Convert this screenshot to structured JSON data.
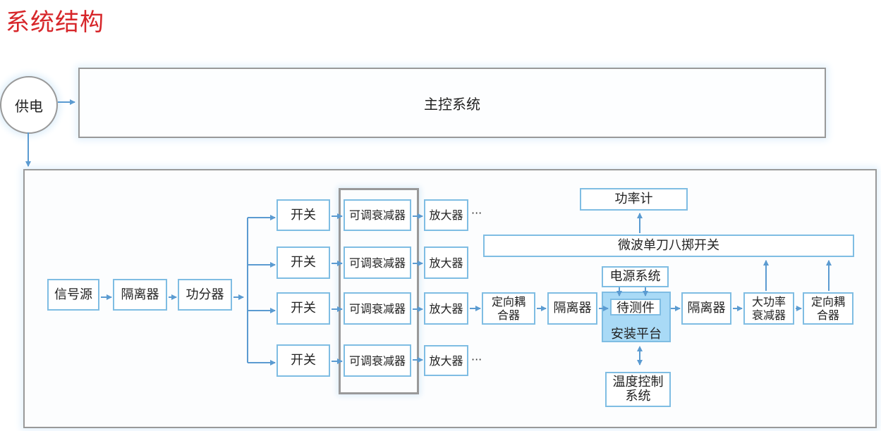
{
  "title": "系统结构",
  "power": {
    "label": "供电"
  },
  "main_control": {
    "label": "主控系统"
  },
  "chain": {
    "signal_source": "信号源",
    "isolator1": "隔离器",
    "power_divider": "功分器"
  },
  "branches": [
    {
      "switch": "开关",
      "attenuator": "可调衰减器",
      "amplifier": "放大器",
      "ellipsis": "···"
    },
    {
      "switch": "开关",
      "attenuator": "可调衰减器",
      "amplifier": "放大器",
      "ellipsis": ""
    },
    {
      "switch": "开关",
      "attenuator": "可调衰减器",
      "amplifier": "放大器",
      "ellipsis": ""
    },
    {
      "switch": "开关",
      "attenuator": "可调衰减器",
      "amplifier": "放大器",
      "ellipsis": "···"
    }
  ],
  "downstream": {
    "coupler1": "定向耦合器",
    "isolator2": "隔离器",
    "power_system": "电源系统",
    "dut": "待测件",
    "platform": "安装平台",
    "temp_control": "温度控制系统",
    "isolator3": "隔离器",
    "high_power_att": "大功率衰减器",
    "coupler2": "定向耦合器",
    "sp8t_switch": "微波单刀八掷开关",
    "power_meter": "功率计"
  },
  "colors": {
    "title": "#d7262a",
    "box_border": "#7fbde3",
    "arrow": "#5b9bd1",
    "platform_fill": "#a9daf6",
    "frame": "#999999"
  }
}
